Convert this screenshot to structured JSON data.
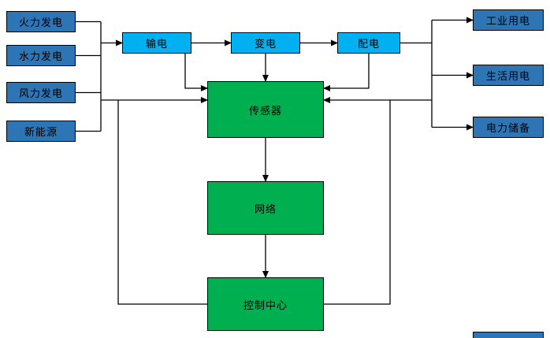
{
  "diagram": {
    "sources": [
      {
        "label": "火力发电"
      },
      {
        "label": "水力发电"
      },
      {
        "label": "风力发电"
      },
      {
        "label": "新能源"
      }
    ],
    "chain": [
      {
        "label": "输电"
      },
      {
        "label": "变电"
      },
      {
        "label": "配电"
      }
    ],
    "consumers": [
      {
        "label": "工业用电"
      },
      {
        "label": "生活用电"
      },
      {
        "label": "电力储备"
      }
    ],
    "core": [
      {
        "label": "传感器"
      },
      {
        "label": "网络"
      },
      {
        "label": "控制中心"
      }
    ],
    "colors": {
      "source-box": "#2E75B6",
      "chain-box": "#00B0F0",
      "core-box": "#00B050",
      "line-color": "#000000",
      "background": "#FFFFFF"
    }
  }
}
